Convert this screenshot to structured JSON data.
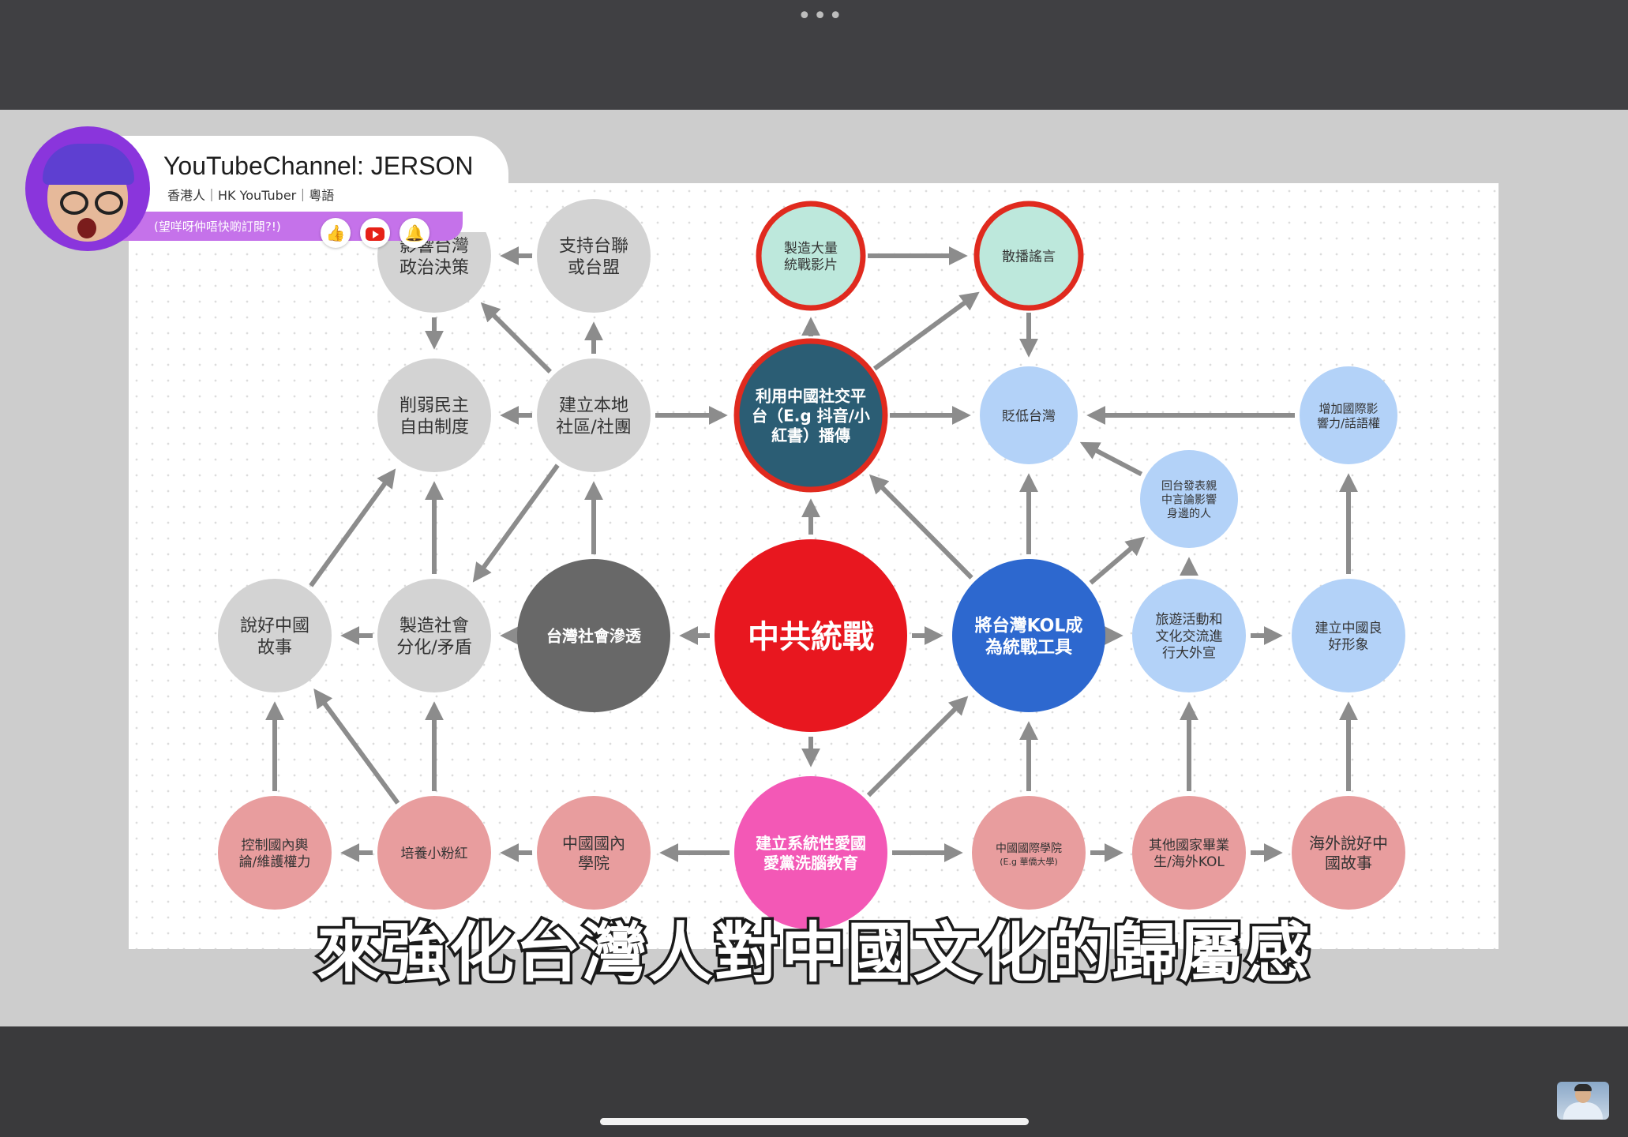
{
  "window": {
    "more_menu": "•••"
  },
  "channel_banner": {
    "title": "YouTubeChannel: JERSON",
    "subtitle": "香港人｜HK YouTuber｜粵語",
    "subscribe_prompt": "(望咩呀仲唔快啲訂閱?!)",
    "icons": [
      "like-icon",
      "youtube-icon",
      "bell-icon"
    ]
  },
  "diagram": {
    "colors": {
      "gray": "#d3d3d3",
      "dark_gray": "#686868",
      "red": "#e8171f",
      "teal_dark": "#2b5d74",
      "mint": "#bde8dc",
      "light_blue": "#b3d2f8",
      "blue": "#2d68cf",
      "pink": "#e89d9e",
      "magenta": "#f358b6",
      "red_outline": "#e02a1e",
      "arrow": "#8c8c8c"
    },
    "nodes": [
      {
        "id": "influence-policy",
        "label": "影響台灣\n政治決策"
      },
      {
        "id": "support-alliance",
        "label": "支持台聯\n或台盟"
      },
      {
        "id": "mass-videos",
        "label": "製造大量\n統戰影片"
      },
      {
        "id": "spread-rumors",
        "label": "散播謠言"
      },
      {
        "id": "weaken-democracy",
        "label": "削弱民主\n自由制度"
      },
      {
        "id": "local-community",
        "label": "建立本地\n社區/社團"
      },
      {
        "id": "china-social",
        "label": "利用中國社交平\n台（E.g 抖音/小\n紅書）播傳"
      },
      {
        "id": "belittle-taiwan",
        "label": "貶低台灣"
      },
      {
        "id": "intl-influence",
        "label": "增加國際影\n響力/話語權"
      },
      {
        "id": "return-pro-china",
        "label": "回台發表親\n中言論影響\n身邊的人"
      },
      {
        "id": "tell-china-story",
        "label": "說好中國\n故事"
      },
      {
        "id": "social-division",
        "label": "製造社會\n分化/矛盾"
      },
      {
        "id": "infiltration",
        "label": "台灣社會滲透"
      },
      {
        "id": "united-front",
        "label": "中共統戰"
      },
      {
        "id": "kol-tool",
        "label": "將台灣KOL成\n為統戰工具"
      },
      {
        "id": "travel-exchange",
        "label": "旅遊活動和\n文化交流進\n行大外宣"
      },
      {
        "id": "good-image",
        "label": "建立中國良\n好形象"
      },
      {
        "id": "control-opinion",
        "label": "控制國內輿\n論/維護權力"
      },
      {
        "id": "little-pinks",
        "label": "培養小粉紅"
      },
      {
        "id": "china-school",
        "label": "中國國內\n學院"
      },
      {
        "id": "patriotic-education",
        "label": "建立系統性愛國\n愛黨洗腦教育"
      },
      {
        "id": "intl-academy",
        "label": "中國國際學院",
        "note": "(E.g 華僑大學)"
      },
      {
        "id": "foreign-graduates",
        "label": "其他國家畢業\n生/海外KOL"
      },
      {
        "id": "overseas-story",
        "label": "海外說好中\n國故事"
      }
    ]
  },
  "caption": "來強化台灣人對中國文化的歸屬感"
}
